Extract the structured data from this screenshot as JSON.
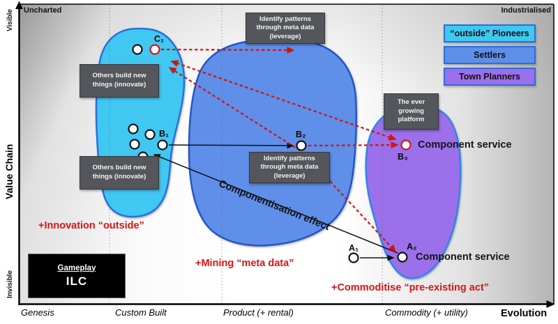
{
  "frame": {
    "top_left": "Uncharted",
    "top_right": "Industrialised"
  },
  "axes": {
    "y_label": "Value Chain",
    "y_top": "Visible",
    "y_bottom": "Invisible",
    "x_label": "Evolution",
    "stages": [
      "Genesis",
      "Custom Built",
      "Product (+ rental)",
      "Commodity (+ utility)"
    ]
  },
  "legend": {
    "items": [
      {
        "label": "“outside” Pioneers",
        "color": "#3fc8f2"
      },
      {
        "label": "Settlers",
        "color": "#5e8fe8"
      },
      {
        "label": "Town Planners",
        "color": "#9b6fea"
      }
    ]
  },
  "nodes": {
    "c1": {
      "label": "C₁"
    },
    "b1": {
      "label": "B₁"
    },
    "b2": {
      "label": "B₂"
    },
    "b3": {
      "label": "B₃"
    },
    "a1": {
      "label": "A₁"
    },
    "a2": {
      "label": "A₂"
    },
    "component_service_b": "Component service",
    "component_service_a": "Component service"
  },
  "callouts": {
    "innovate_upper": "Others build new things (innovate)",
    "innovate_lower": "Others build new things (innovate)",
    "leverage_top": "Identify patterns through meta data (leverage)",
    "leverage_mid": "Identify patterns through meta data (leverage)",
    "platform": "The ever growing platform"
  },
  "annotations": {
    "innovation": "+Innovation “outside”",
    "mining": "+Mining “meta data”",
    "commoditise": "+Commoditise “pre-existing act”",
    "componentisation": "Componentisation effect"
  },
  "gameplay": {
    "heading": "Gameplay",
    "name": "ILC"
  },
  "colors": {
    "pioneers_fill": "#3fc8f2",
    "settlers_fill": "#5e8fe8",
    "town_planners_fill": "#9b6fea",
    "blob_border": "#2b6ede",
    "arrow_red": "#cf1510",
    "callout_bg": "#54565c"
  }
}
